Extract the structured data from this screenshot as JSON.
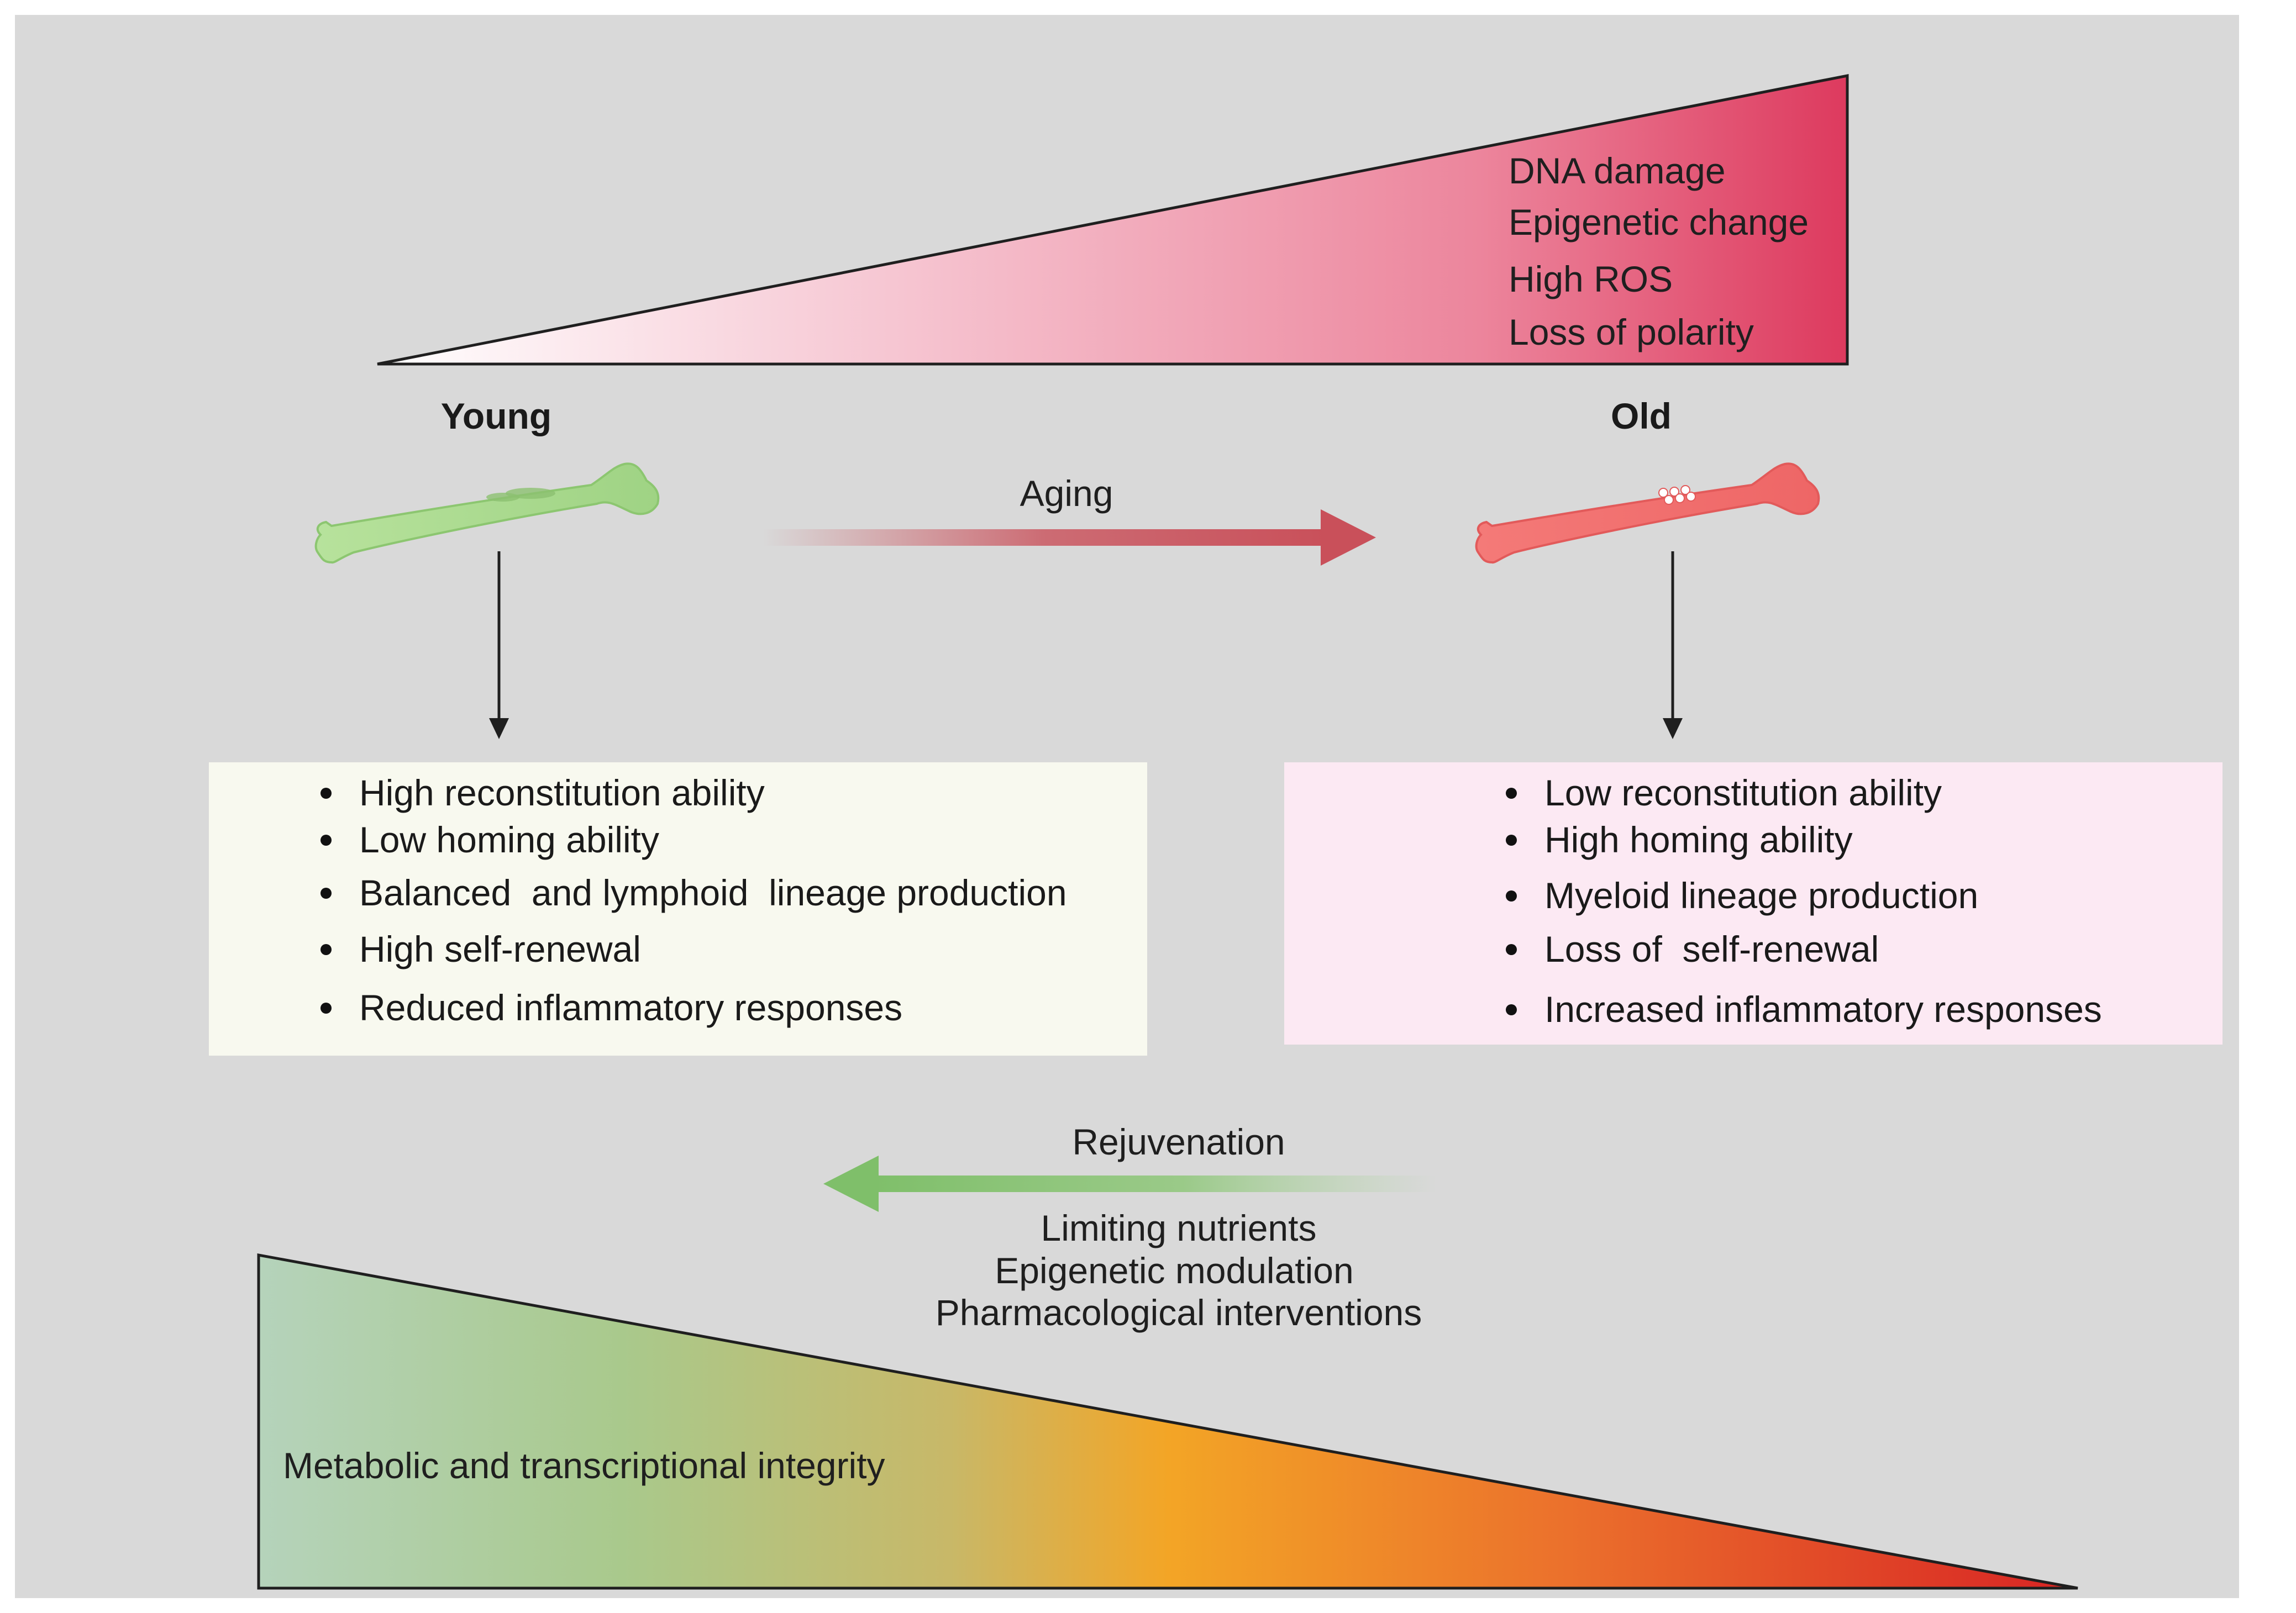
{
  "aging_triangle": {
    "items": [
      "DNA damage",
      "Epigenetic change",
      "High ROS",
      "Loss of polarity"
    ]
  },
  "young": {
    "label": "Young",
    "traits": [
      "High reconstitution ability",
      "Low homing ability",
      "Balanced  and lymphoid  lineage production",
      "High self-renewal",
      "Reduced inflammatory responses"
    ]
  },
  "old": {
    "label": "Old",
    "traits": [
      "Low reconstitution ability",
      "High homing ability",
      "Myeloid lineage production",
      "Loss of  self-renewal",
      "Increased inflammatory responses"
    ]
  },
  "aging_arrow": {
    "label": "Aging"
  },
  "rejuvenation": {
    "label": "Rejuvenation",
    "interventions": [
      "Limiting nutrients",
      "Epigenetic modulation",
      "Pharmacological interventions"
    ]
  },
  "integrity_triangle": {
    "label": "Metabolic and transcriptional integrity"
  },
  "colors": {
    "background": "#d9d9d9",
    "aging_gradient_end": "#dd3a5e",
    "young_panel": "#f8f9ef",
    "old_panel": "#fce9f3",
    "aging_arrow": "#c9505a",
    "rejuvenation_arrow": "#7fbf6a",
    "young_bone": "#a8d98a",
    "old_bone": "#f07070"
  }
}
